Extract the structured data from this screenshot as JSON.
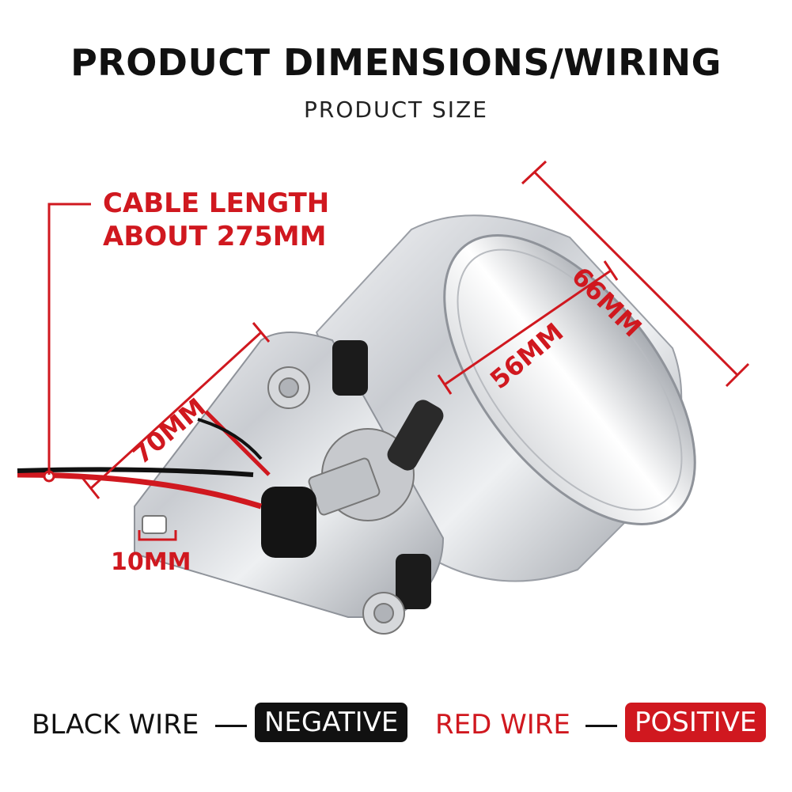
{
  "header": {
    "title": "PRODUCT DIMENSIONS/WIRING",
    "subtitle": "PRODUCT SIZE"
  },
  "annotations": {
    "cable_line1": "CABLE LENGTH",
    "cable_line2": "ABOUT 275MM",
    "dim_66": "66MM",
    "dim_56": "56MM",
    "dim_70": "70MM",
    "dim_10": "10MM"
  },
  "legend": {
    "black_wire_label": "BLACK WIRE",
    "black_wire_value": "NEGATIVE",
    "red_wire_label": "RED WIRE",
    "red_wire_value": "POSITIVE",
    "dash": "—"
  },
  "colors": {
    "accent_red": "#d0181f",
    "black": "#111111"
  }
}
